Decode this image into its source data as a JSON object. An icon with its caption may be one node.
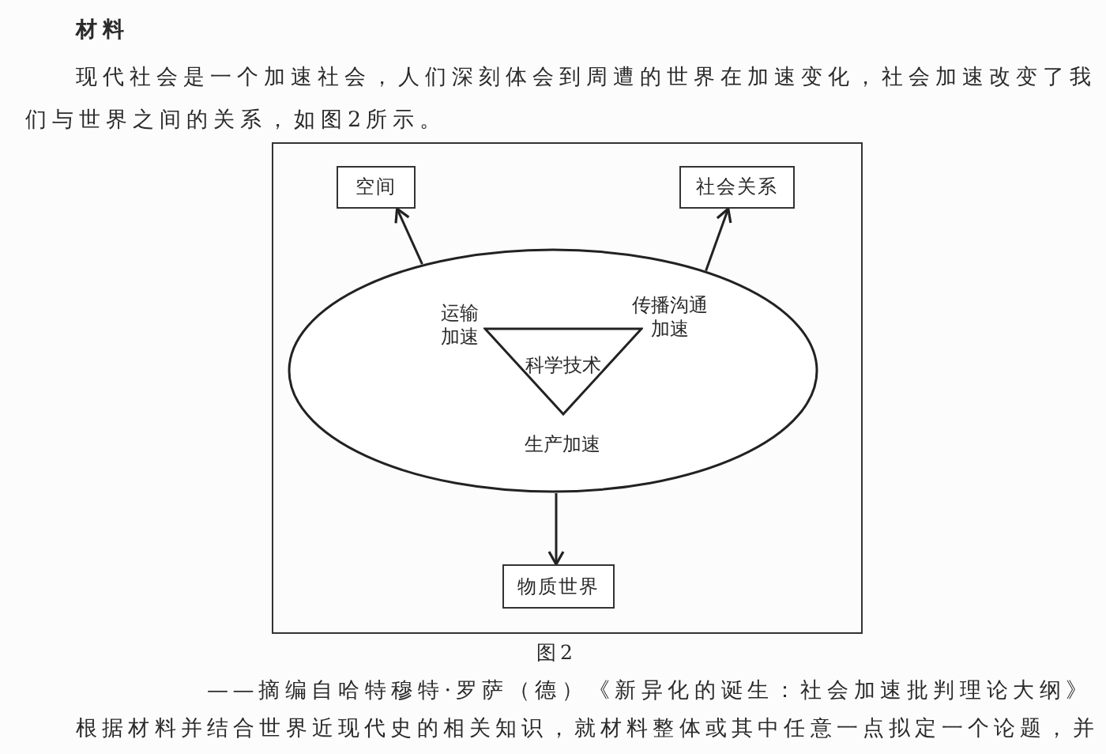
{
  "diagram": {
    "caption": "图2",
    "nodes": [
      {
        "text": [
          "空间"
        ]
      },
      {
        "text": [
          "社会关系"
        ]
      },
      {
        "text": [],
        "shape": "ellipse"
      },
      {
        "text": [
          "科学技术"
        ],
        "beside": [
          "运输加速",
          "传播沟通加速",
          "生产加速"
        ],
        "in": 2
      },
      {
        "text": [
          "物质世界"
        ]
      }
    ],
    "edges": [
      {
        "from": 2,
        "to": 0,
        "arrow": "to"
      },
      {
        "from": 2,
        "to": 1,
        "arrow": "to"
      },
      {
        "from": 2,
        "to": 4,
        "arrow": "to"
      }
    ],
    "labels": [
      "材料",
      "现代社会是一个加速社会，人们深刻体会到周遭的世界在加速变化，社会加速改变了我们与世界之间的关系，如图2所示。",
      "——摘编自哈特穆特·罗萨（德）《新异化的诞生：社会加速批判理论大纲》",
      "根据材料并结合世界近现代史的相关知识，就材料整体或其中任意一点拟定一个论题，并"
    ]
  }
}
